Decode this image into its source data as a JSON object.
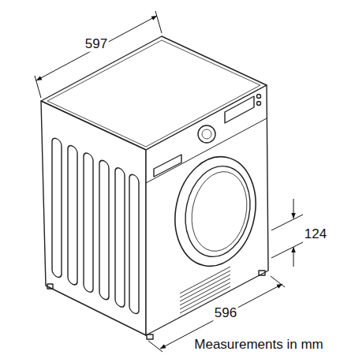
{
  "diagram": {
    "labels": [
      "597",
      "124",
      "596",
      "Measurements in mm"
    ]
  }
}
